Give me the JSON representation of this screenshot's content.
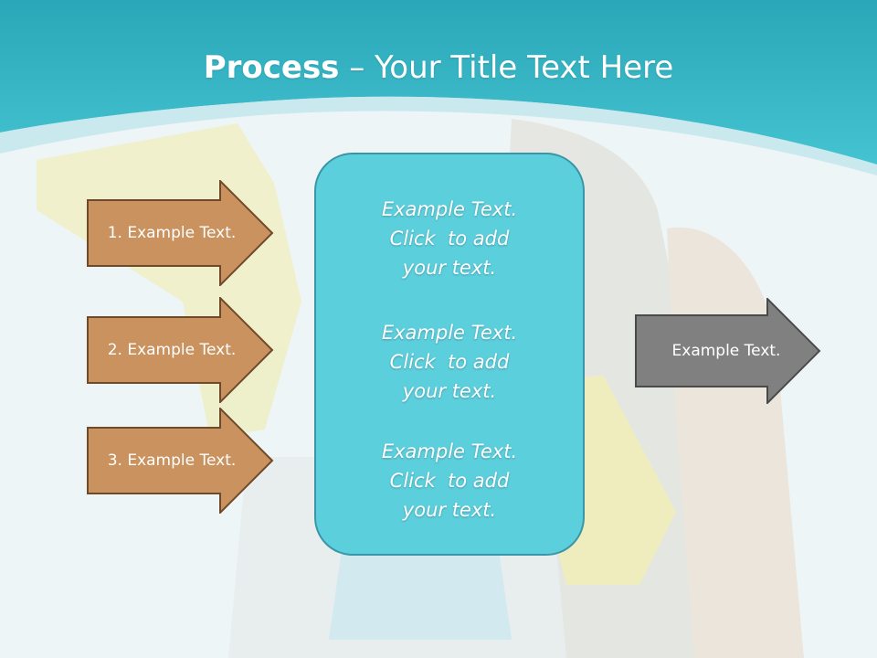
{
  "slide": {
    "title_bold": "Process",
    "title_rest": " – Your Title Text Here"
  },
  "left_arrows": [
    {
      "label": "1. Example Text."
    },
    {
      "label": "2. Example Text."
    },
    {
      "label": "3. Example Text."
    }
  ],
  "center_box": {
    "blocks": [
      {
        "line1": "Example Text.",
        "line2": "Click  to add",
        "line3": "your text."
      },
      {
        "line1": "Example Text.",
        "line2": "Click  to add",
        "line3": "your text."
      },
      {
        "line1": "Example Text.",
        "line2": "Click  to add",
        "line3": "your text."
      }
    ]
  },
  "right_arrow": {
    "label": "Example Text."
  },
  "colors": {
    "header_teal": "#2fb6c6",
    "orange_arrow": "#c9925e",
    "center_box": "#5ccfdd",
    "gray_arrow": "#808080"
  }
}
